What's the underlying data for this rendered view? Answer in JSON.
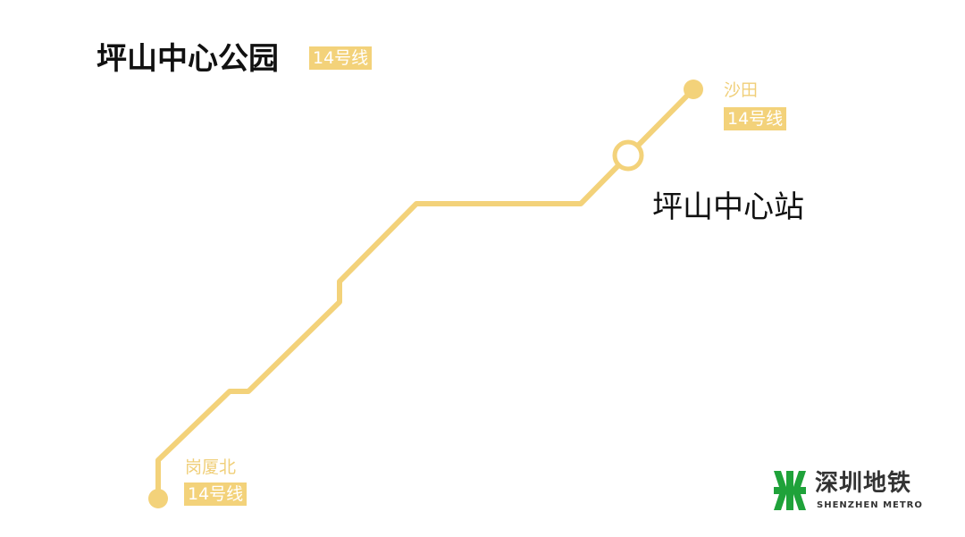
{
  "title": "坪山中心公园",
  "title_line": "14号线",
  "line_color": "#f3d27a",
  "stations": {
    "north": {
      "name": "沙田",
      "line": "14号线"
    },
    "current": {
      "name": "坪山中心站"
    },
    "south": {
      "name": "岗厦北",
      "line": "14号线"
    }
  },
  "logo": {
    "cn": "深圳地铁",
    "en": "SHENZHEN METRO",
    "color": "#1fa23a"
  }
}
